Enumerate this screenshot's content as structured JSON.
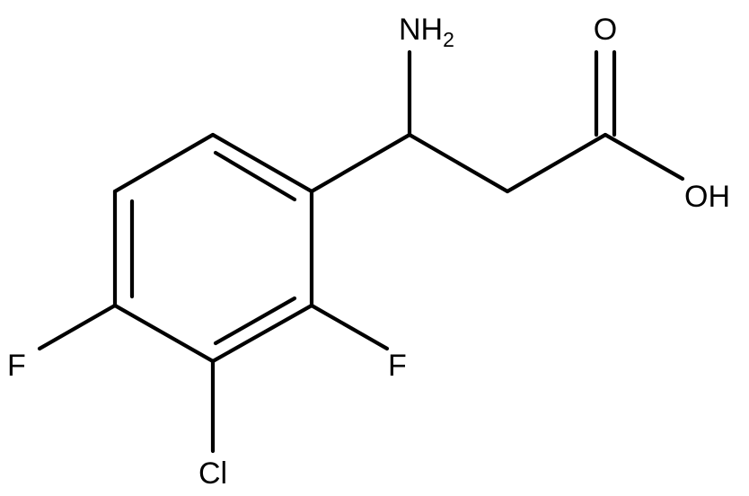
{
  "molecule": {
    "atoms": {
      "amine": "NH",
      "amine_subscript": "2",
      "carbonyl_o": "O",
      "hydroxyl": "OH",
      "fluorine_ortho": "F",
      "fluorine_para": "F",
      "chlorine": "Cl"
    }
  }
}
